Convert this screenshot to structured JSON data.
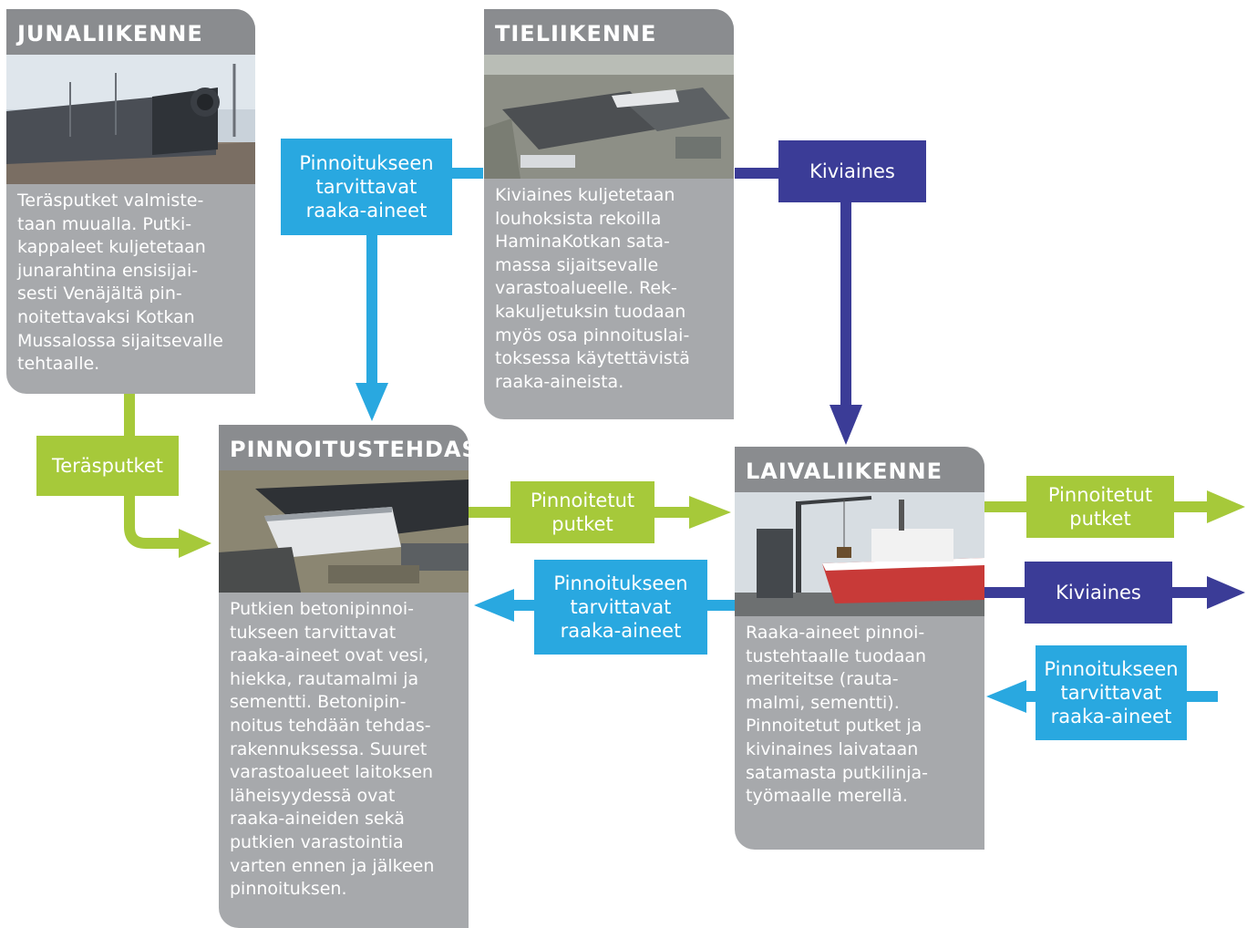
{
  "colors": {
    "green": "#a6c93a",
    "cyan": "#29a8e0",
    "navy": "#3b3c97",
    "card_gray": "#a7a9ac",
    "card_title_gray": "#8a8c8f"
  },
  "cards": {
    "junaliikenne": {
      "title": "JUNALIIKENNE",
      "photo": "freight-train-with-pipes",
      "text": "Teräsputket valmiste-\ntaan muualla. Putki-\nkappaleet kuljetetaan\njunarahtina ensisijai-\nsesti Venäjältä pin-\nnoitettavaksi Kotkan\nMussalossa sijaitsevalle\ntehtaalle."
    },
    "tieliikenne": {
      "title": "TIELIIKENNE",
      "photo": "aerial-storage-area",
      "text": "Kiviaines kuljetetaan\nlouhoksista rekoilla\nHaminaKotkan sata-\nmassa sijaitsevalle\nvarastoalueelle. Rek-\nkakuljetuksin tuodaan\nmyös osa pinnoituslai-\ntoksessa käytettävistä\nraaka-aineista."
    },
    "pinnoitustehdas": {
      "title": "PINNOITUSTEHDAS",
      "photo": "aerial-coating-plant",
      "text": "Putkien betonipinnoi-\ntukseen tarvittavat\nraaka-aineet ovat vesi,\nhiekka, rautamalmi ja\nsementti. Betonipin-\nnoitus tehdään tehdas-\nrakennuksessa. Suuret\nvarastoalueet laitoksen\nläheisyydessä ovat\nraaka-aineiden sekä\nputkien varastointia\nvarten ennen ja jälkeen\npinnoituksen."
    },
    "laivaliikenne": {
      "title": "LAIVALIIKENNE",
      "photo": "ship-at-harbor-crane",
      "text": "Raaka-aineet pinnoi-\ntustehtaalle tuodaan\nmeriteitse (rauta-\nmalmi, sementti).\nPinnoitetut putket ja\nkivinaines laivataan\nsatamasta putkilinja-\ntyömaalle merellä."
    }
  },
  "labels": {
    "raw_materials_top": "Pinnoitukseen\ntarvittavat\nraaka-aineet",
    "aggregate_top": "Kiviaines",
    "steel_pipes": "Teräsputket",
    "coated_pipes_middle": "Pinnoitetut\nputket",
    "raw_materials_middle": "Pinnoitukseen\ntarvittavat\nraaka-aineet",
    "coated_pipes_out": "Pinnoitetut\nputket",
    "aggregate_out": "Kiviaines",
    "raw_materials_in": "Pinnoitukseen\ntarvittavat\nraaka-aineet"
  }
}
